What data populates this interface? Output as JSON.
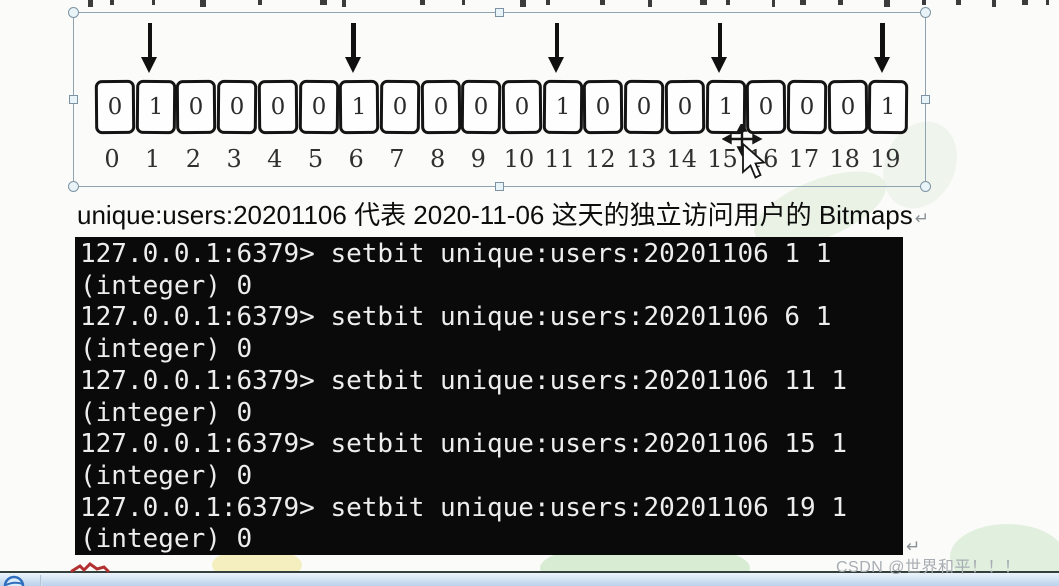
{
  "diagram": {
    "bits": [
      "0",
      "1",
      "0",
      "0",
      "0",
      "0",
      "1",
      "0",
      "0",
      "0",
      "0",
      "1",
      "0",
      "0",
      "0",
      "1",
      "0",
      "0",
      "0",
      "1"
    ],
    "indices": [
      "0",
      "1",
      "2",
      "3",
      "4",
      "5",
      "6",
      "7",
      "8",
      "9",
      "10",
      "11",
      "12",
      "13",
      "14",
      "15",
      "16",
      "17",
      "18",
      "19"
    ],
    "arrow_indices": [
      1,
      6,
      11,
      15,
      19
    ]
  },
  "caption": {
    "text": "unique:users:20201106 代表 2020-11-06 这天的独立访问用户的 Bitmaps",
    "return_mark": "↵"
  },
  "terminal": {
    "lines": [
      "127.0.0.1:6379> setbit unique:users:20201106 1 1",
      "(integer) 0",
      "127.0.0.1:6379> setbit unique:users:20201106 6 1",
      "(integer) 0",
      "127.0.0.1:6379> setbit unique:users:20201106 11 1",
      "(integer) 0",
      "127.0.0.1:6379> setbit unique:users:20201106 15 1",
      "(integer) 0",
      "127.0.0.1:6379> setbit unique:users:20201106 19 1",
      "(integer) 0"
    ],
    "return_mark": "↵"
  },
  "watermark": {
    "text": "CSDN @世界和平！！！"
  },
  "colors": {
    "terminal_bg": "#0a0a0a",
    "terminal_text": "#ededed",
    "selection_border": "#8fa3b0",
    "taskbar_blue": "#c3d8ef",
    "watermark_gray": "#a7adb3",
    "arrow_black": "#101010",
    "red_mark": "#b23030"
  }
}
